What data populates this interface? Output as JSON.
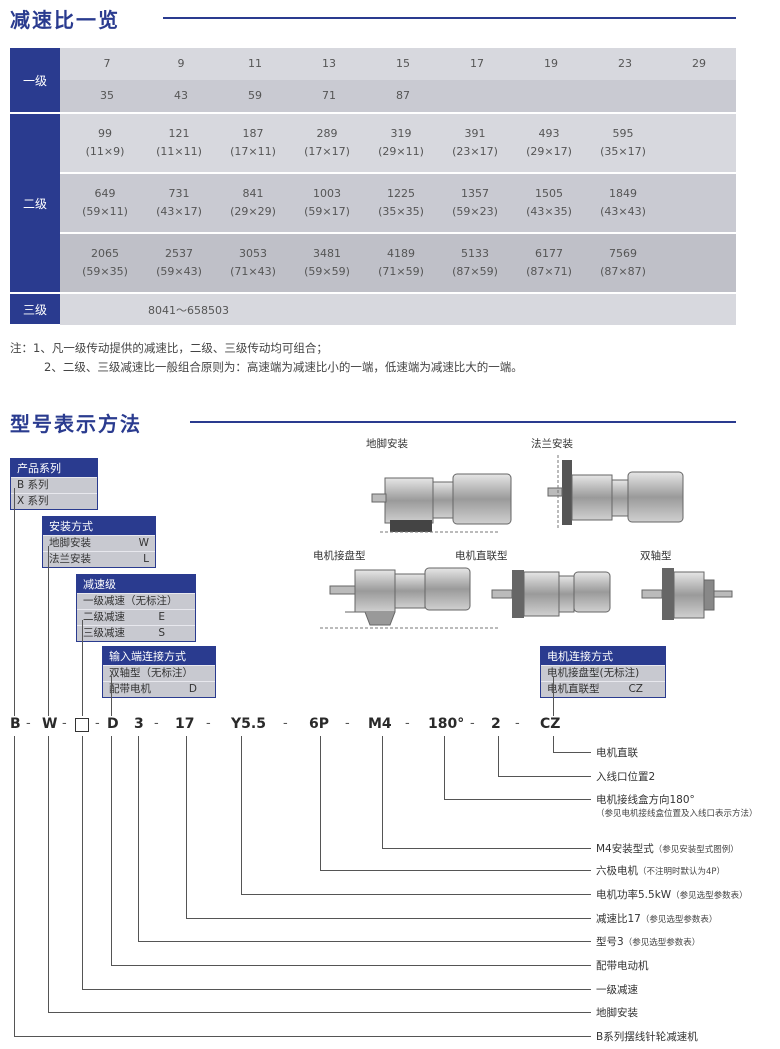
{
  "section1": {
    "title": "减速比一览"
  },
  "table": {
    "level1": {
      "label": "一级",
      "row1": [
        "7",
        "9",
        "11",
        "13",
        "15",
        "17",
        "19",
        "23",
        "29"
      ],
      "row2": [
        "35",
        "43",
        "59",
        "71",
        "87"
      ]
    },
    "level2": {
      "label": "二级",
      "rows": [
        [
          [
            "99",
            "(11×9)"
          ],
          [
            "121",
            "(11×11)"
          ],
          [
            "187",
            "(17×11)"
          ],
          [
            "289",
            "(17×17)"
          ],
          [
            "319",
            "(29×11)"
          ],
          [
            "391",
            "(23×17)"
          ],
          [
            "493",
            "(29×17)"
          ],
          [
            "595",
            "(35×17)"
          ]
        ],
        [
          [
            "649",
            "(59×11)"
          ],
          [
            "731",
            "(43×17)"
          ],
          [
            "841",
            "(29×29)"
          ],
          [
            "1003",
            "(59×17)"
          ],
          [
            "1225",
            "(35×35)"
          ],
          [
            "1357",
            "(59×23)"
          ],
          [
            "1505",
            "(43×35)"
          ],
          [
            "1849",
            "(43×43)"
          ]
        ],
        [
          [
            "2065",
            "(59×35)"
          ],
          [
            "2537",
            "(59×43)"
          ],
          [
            "3053",
            "(71×43)"
          ],
          [
            "3481",
            "(59×59)"
          ],
          [
            "4189",
            "(71×59)"
          ],
          [
            "5133",
            "(87×59)"
          ],
          [
            "6177",
            "(87×71)"
          ],
          [
            "7569",
            "(87×87)"
          ]
        ]
      ]
    },
    "level3": {
      "label": "三级",
      "value": "8041～658503"
    }
  },
  "notes": [
    "注：1、凡一级传动提供的减速比，二级、三级传动均可组合；",
    "2、二级、三级减速比一般组合原则为：高速端为减速比小的一端，低速端为减速比大的一端。"
  ],
  "section2": {
    "title": "型号表示方法"
  },
  "images": {
    "foot": "地脚安装",
    "flange": "法兰安装",
    "direct_plate": "电机接盘型",
    "direct_link": "电机直联型",
    "double_shaft": "双轴型"
  },
  "boxes": {
    "series": {
      "title": "产品系列",
      "lines": [
        [
          "B  系列",
          ""
        ],
        [
          "X  系列",
          ""
        ]
      ]
    },
    "mount": {
      "title": "安装方式",
      "lines": [
        [
          "地脚安装",
          "W"
        ],
        [
          "法兰安装",
          "L"
        ]
      ]
    },
    "stage": {
      "title": "减速级",
      "lines": [
        [
          "一级减速（无标注）",
          ""
        ],
        [
          "二级减速",
          "E"
        ],
        [
          "三级减速",
          "S"
        ]
      ]
    },
    "input": {
      "title": "输入端连接方式",
      "lines": [
        [
          "双轴型（无标注）",
          ""
        ],
        [
          "配带电机",
          "D"
        ]
      ]
    },
    "motor": {
      "title": "电机连接方式",
      "lines": [
        [
          "电机接盘型(无标注)",
          ""
        ],
        [
          "电机直联型",
          "CZ"
        ]
      ]
    }
  },
  "code": [
    "B",
    "W",
    "",
    "D",
    "3",
    "17",
    "Y5.5",
    "6P",
    "M4",
    "180°",
    "2",
    "CZ"
  ],
  "descriptions": [
    {
      "main": "电机直联",
      "sub": ""
    },
    {
      "main": "入线口位置2",
      "sub": ""
    },
    {
      "main": "电机接线盒方向180°",
      "sub": "（参见电机接线盒位置及入线口表示方法）"
    },
    {
      "main": "M4安装型式",
      "sub": "（参见安装型式图例）"
    },
    {
      "main": "六极电机",
      "sub": "（不注明时默认为4P）"
    },
    {
      "main": "电机功率5.5kW",
      "sub": "（参见选型参数表）"
    },
    {
      "main": "减速比17",
      "sub": "（参见选型参数表）"
    },
    {
      "main": "型号3",
      "sub": "（参见选型参数表）"
    },
    {
      "main": "配带电动机",
      "sub": ""
    },
    {
      "main": "一级减速",
      "sub": ""
    },
    {
      "main": "地脚安装",
      "sub": ""
    },
    {
      "main": "B系列摆线针轮减速机",
      "sub": ""
    }
  ]
}
